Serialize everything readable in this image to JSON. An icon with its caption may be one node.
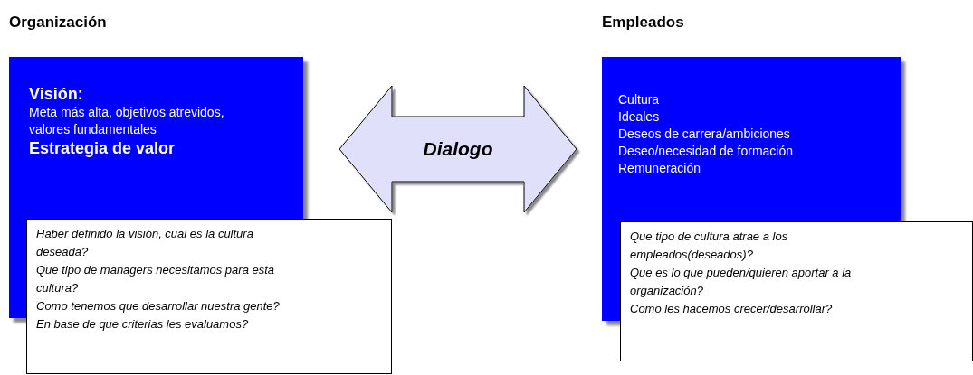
{
  "diagram": {
    "nodes": [
      {
        "text": [
          "Organización",
          "Visión:",
          "Meta más alta, objetivos atrevidos, valores fundamentales",
          "Estrategia de valor"
        ]
      },
      {
        "text": [
          "Haber definido la visión, cual es la cultura deseada?",
          "Que tipo de managers necesitamos para esta cultura?",
          "Como tenemos que desarrollar nuestra gente?",
          "En base de que criterias les evaluamos?"
        ]
      },
      {
        "text": [
          "Empleados",
          "Cultura",
          "Ideales",
          "Deseos de carrera/ambiciones",
          "Deseo/necesidad de formación",
          "Remuneración"
        ]
      },
      {
        "text": [
          "Que tipo de cultura atrae a los empleados(deseados)?",
          "Que es lo que pueden/quieren aportar a la organización?",
          "Como les hacemos crecer/desarrollar?"
        ]
      }
    ],
    "edges": [
      {
        "from": 0,
        "to": 2,
        "arrow": "both",
        "label": "Dialogo"
      }
    ]
  }
}
